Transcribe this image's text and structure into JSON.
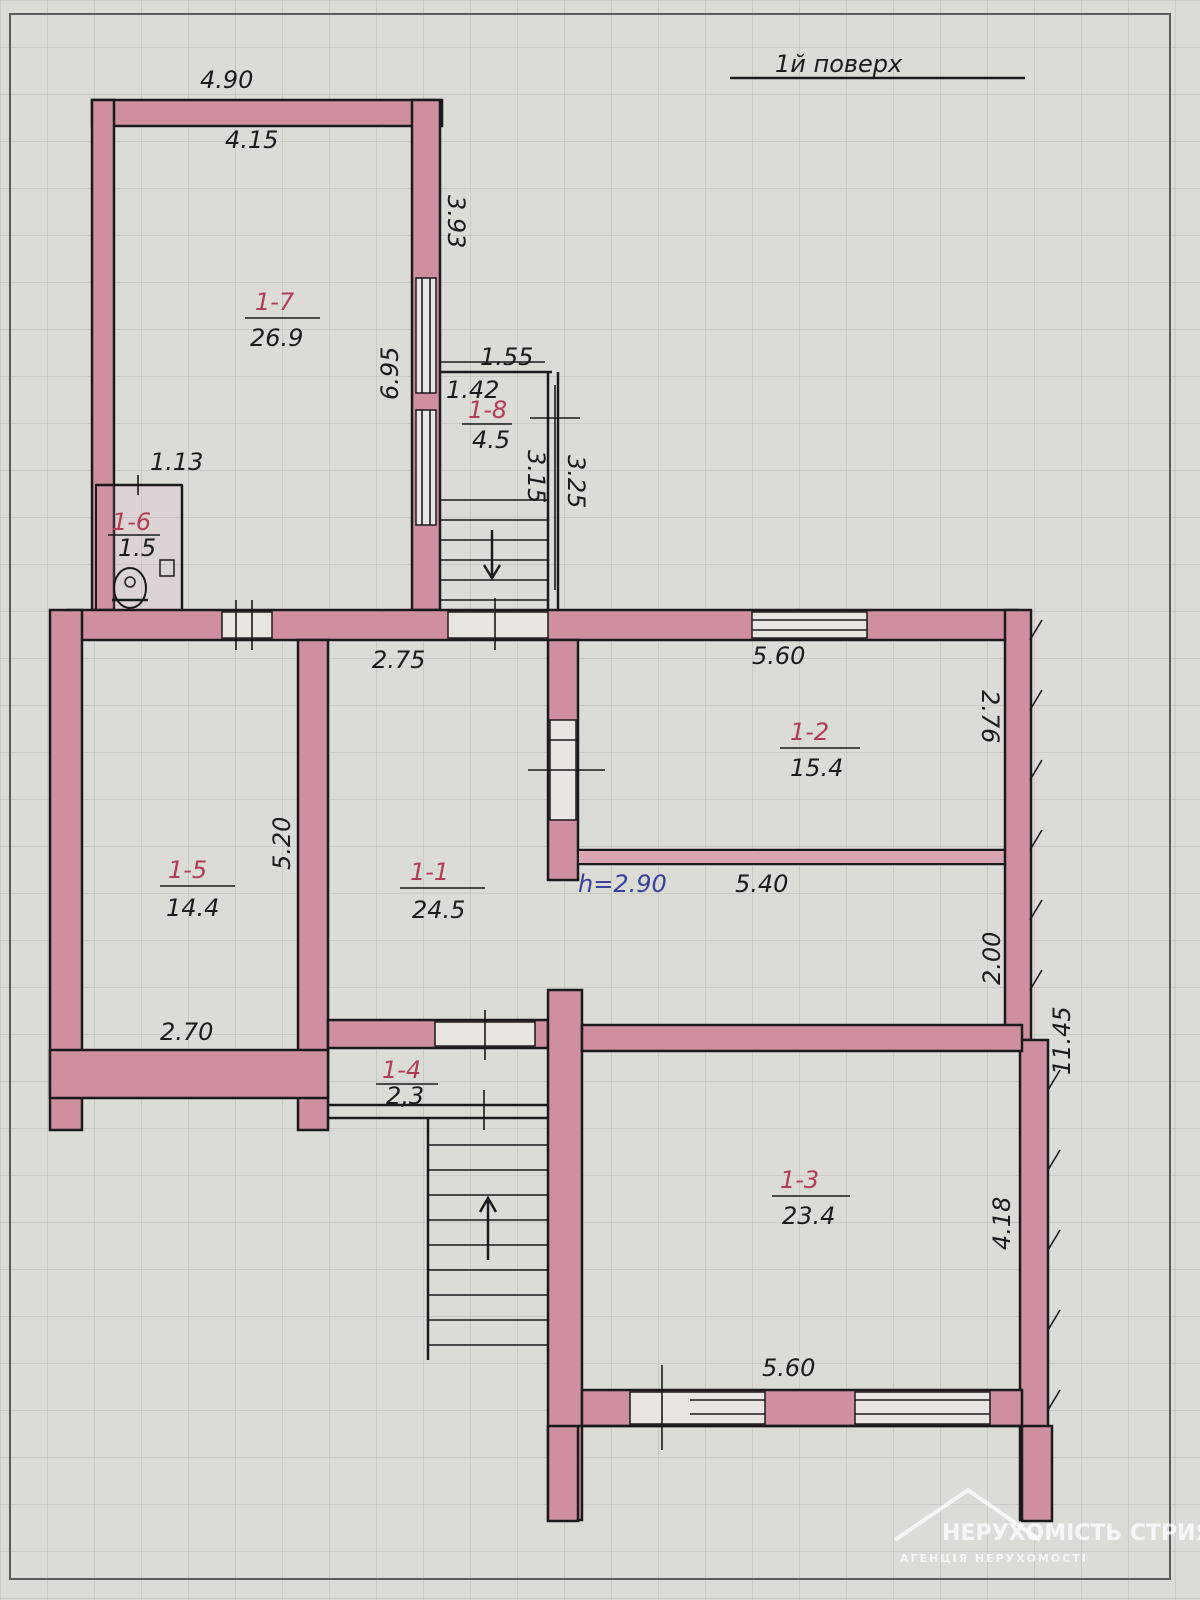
{
  "title": "1й поверх",
  "rooms": [
    {
      "id": "1-7",
      "area": "26.9"
    },
    {
      "id": "1-8",
      "area": "4.5"
    },
    {
      "id": "1-6",
      "area": "1.5"
    },
    {
      "id": "1-5",
      "area": "14.4"
    },
    {
      "id": "1-1",
      "area": "24.5"
    },
    {
      "id": "1-2",
      "area": "15.4"
    },
    {
      "id": "1-4",
      "area": "2,3"
    },
    {
      "id": "1-3",
      "area": "23.4"
    }
  ],
  "dimensions": {
    "top_outer": "4.90",
    "r17_width": "4.15",
    "r17_side_a": "3.93",
    "r17_height": "6.95",
    "r18_outer": "1.55",
    "r18_inner": "1.42",
    "r18_h1": "3.15",
    "r18_h2": "3.25",
    "r16_width": "1.13",
    "r11_width": "2.75",
    "r12_width": "5.60",
    "r12_height": "2.76",
    "ceiling": "h=2.90",
    "corridor_width": "5.40",
    "corridor_height": "2.00",
    "r15_height": "5.20",
    "r15_width": "2.70",
    "total_height": "11.45",
    "r13_height": "4.18",
    "r13_width": "5.60"
  },
  "watermark": {
    "title": "НЕРУХОМІСТЬ СТРИЯ",
    "subtitle": "АГЕНЦІЯ НЕРУХОМОСТІ"
  }
}
